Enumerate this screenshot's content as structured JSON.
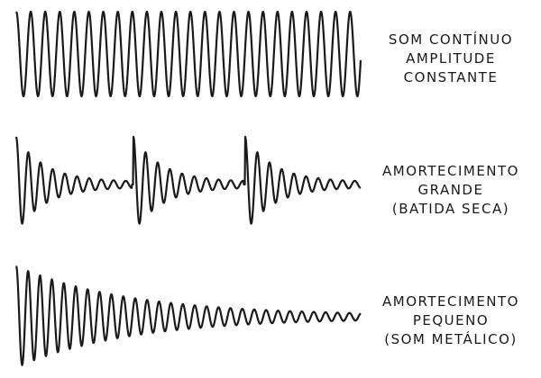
{
  "waveforms": [
    {
      "id": "continuous",
      "label_lines": [
        "SOM CONTÍNUO",
        "AMPLITUDE",
        "CONSTANTE"
      ]
    },
    {
      "id": "large-damping",
      "label_lines": [
        "AMORTECIMENTO",
        "GRANDE",
        "(BATIDA SECA)"
      ]
    },
    {
      "id": "small-damping",
      "label_lines": [
        "AMORTECIMENTO",
        "PEQUENO",
        "(SOM METÁLICO)"
      ]
    }
  ],
  "colors": {
    "stroke": "#1a1a1a",
    "background": "#ffffff"
  }
}
